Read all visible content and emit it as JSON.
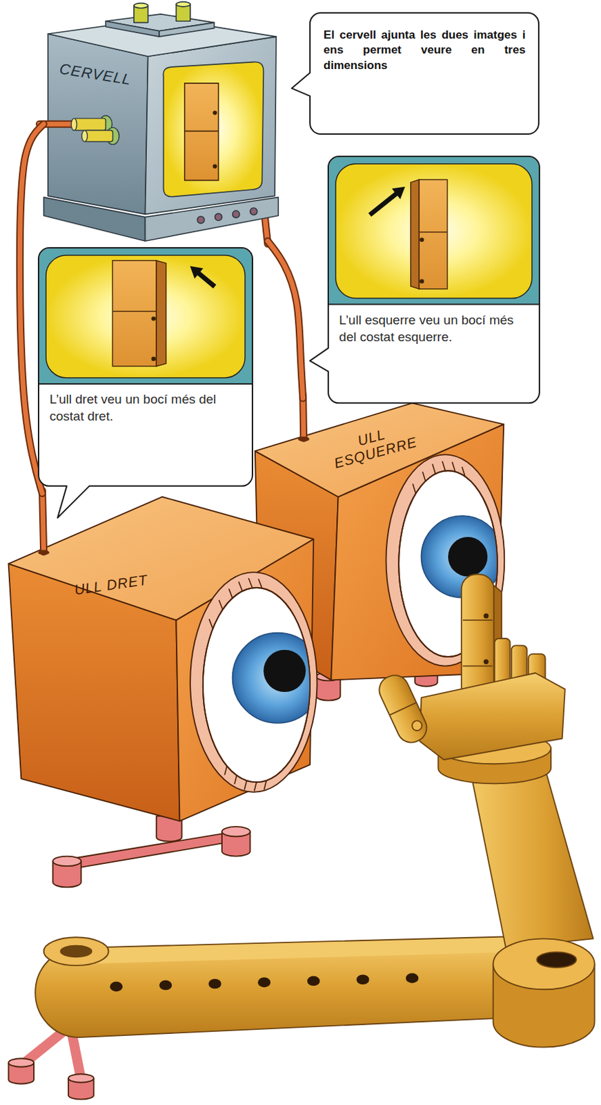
{
  "diagram": {
    "nodes": [
      {
        "text": [
          "CERVELL"
        ]
      },
      {
        "text": [
          "El cervell ajunta les dues imatges i ens permet veure en tres dimensions"
        ]
      },
      {
        "text": [
          "L’ull esquerre veu un bocí més del costat esquerre."
        ]
      },
      {
        "text": [
          "L’ull dret veu un bocí més del costat dret."
        ]
      },
      {
        "text": [
          "ULL ESQUERRE"
        ]
      },
      {
        "text": [
          "ULL DRET"
        ]
      }
    ],
    "edges": [
      {
        "from": 4,
        "to": 0,
        "arrow": "none"
      },
      {
        "from": 5,
        "to": 0,
        "arrow": "none"
      }
    ]
  }
}
